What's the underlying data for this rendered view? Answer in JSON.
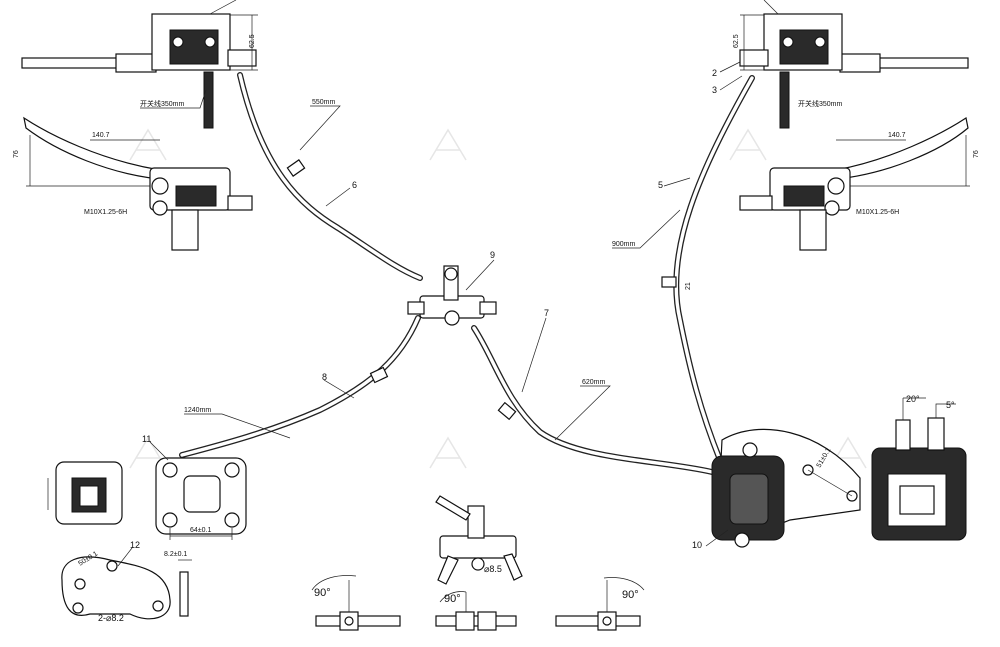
{
  "labels": {
    "switch_wire_left": "开关线350mm",
    "switch_wire_right": "开关线350mm",
    "dim_62_5_left": "62.5",
    "dim_62_5_right": "62.5",
    "dim_140_7_left": "140.7",
    "dim_140_7_right": "140.7",
    "dim_76_left": "76",
    "dim_76_right": "76",
    "thread_left": "M10X1.25-6H",
    "thread_right": "M10X1.25-6H",
    "hose_550": "550mm",
    "hose_900": "900mm",
    "hose_620": "620mm",
    "hose_1240": "1240mm",
    "dim_64": "64±0.1",
    "dim_51": "51±0.1",
    "dim_50": "50±0.1",
    "dim_8_2_top": "8.2±0.1",
    "hole_spec": "2-⌀8.2",
    "dia_8_5": "⌀8.5",
    "dim_21": "21",
    "angle_20": "20°",
    "angle_5": "5°",
    "angle_90_a": "90°",
    "angle_90_b": "90°",
    "angle_90_c": "90°"
  },
  "callouts": [
    "2",
    "3",
    "5",
    "6",
    "7",
    "8",
    "9",
    "10",
    "11",
    "12"
  ]
}
